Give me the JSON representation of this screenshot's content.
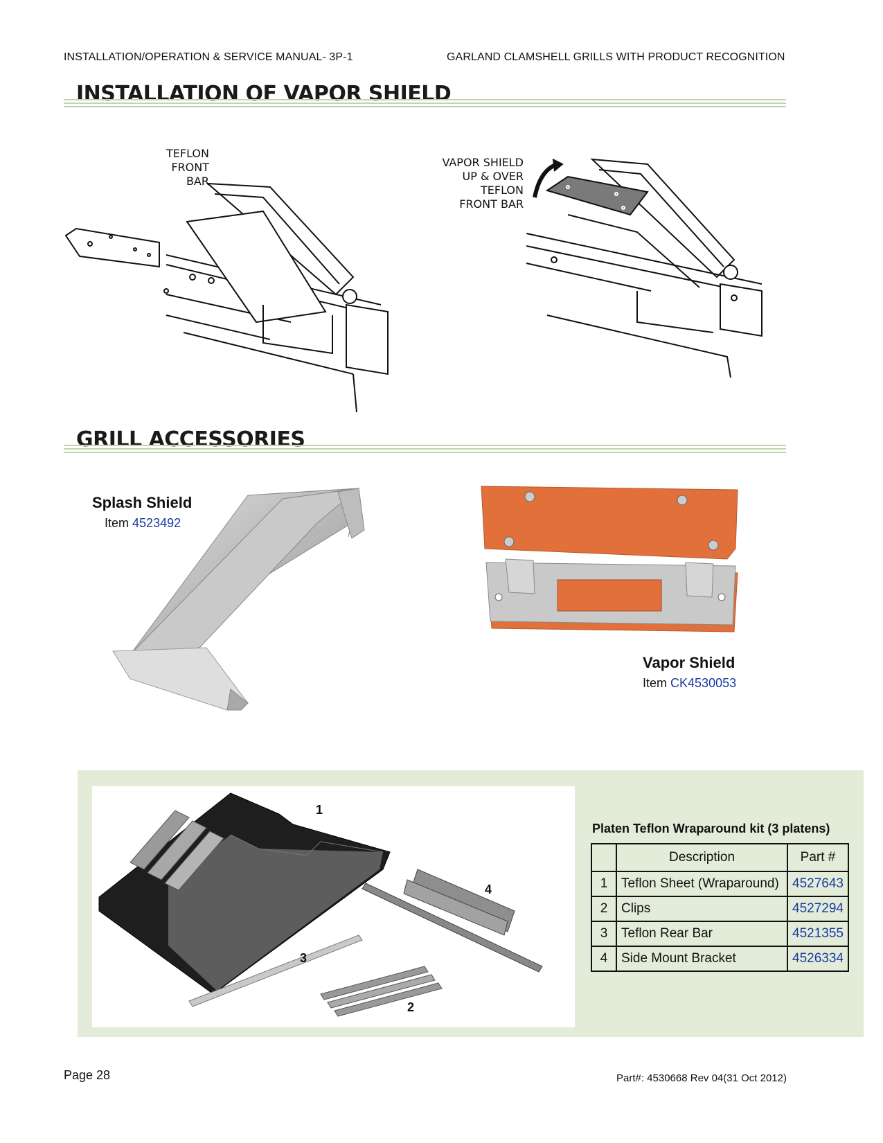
{
  "header": {
    "left": "INSTALLATION/OPERATION & SERVICE MANUAL- 3P-1",
    "right": "GARLAND CLAMSHELL GRILLS WITH PRODUCT RECOGNITION"
  },
  "section1": {
    "title": "INSTALLATION OF VAPOR SHIELD",
    "fig_left_label": [
      "TEFLON",
      "FRONT",
      "BAR"
    ],
    "fig_right_label": [
      "VAPOR SHIELD",
      "UP & OVER",
      "TEFLON",
      "FRONT BAR"
    ]
  },
  "section2": {
    "title": "GRILL ACCESSORIES",
    "splash": {
      "name": "Splash Shield",
      "item_prefix": "Item",
      "item_number": "4523492"
    },
    "vapor": {
      "name": "Vapor Shield",
      "item_prefix": "Item",
      "item_number": "CK4530053"
    }
  },
  "kit": {
    "title": "Platen Teflon Wraparound kit (3 platens)",
    "photo_callouts": [
      "1",
      "2",
      "3",
      "4"
    ],
    "columns": [
      "",
      "Description",
      "Part #"
    ],
    "rows": [
      {
        "n": "1",
        "desc": "Teflon Sheet (Wraparound)",
        "part": "4527643"
      },
      {
        "n": "2",
        "desc": "Clips",
        "part": "4527294"
      },
      {
        "n": "3",
        "desc": "Teflon Rear Bar",
        "part": "4521355"
      },
      {
        "n": "4",
        "desc": "Side Mount Bracket",
        "part": "4526334"
      }
    ]
  },
  "footer": {
    "page": "Page 28",
    "part": "Part#: 4530668 Rev 04(31 Oct 2012)"
  },
  "colors": {
    "rule": "#bcd6ad",
    "kit_bg": "#e2ecd8",
    "link": "#1a3aa0",
    "vapor_orange": "#e2703a"
  }
}
